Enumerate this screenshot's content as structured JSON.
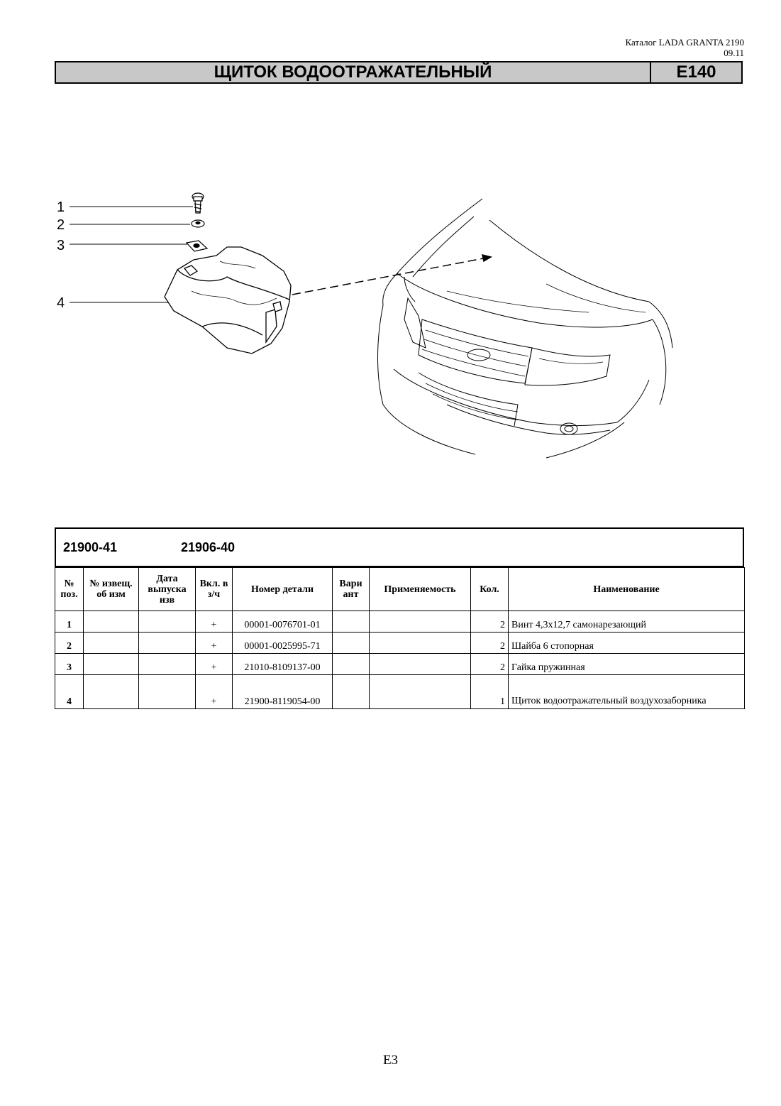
{
  "header": {
    "catalog_line": "Каталог LADA GRANTA 2190",
    "date": "09.11",
    "title": "ЩИТОК ВОДООТРАЖАТЕЛЬНЫЙ",
    "code": "E140"
  },
  "diagram": {
    "callouts": [
      "1",
      "2",
      "3",
      "4"
    ]
  },
  "models": [
    "21900-41",
    "21906-40"
  ],
  "table": {
    "columns": [
      "№ поз.",
      "№ извещ. об изм",
      "Дата выпуска изв",
      "Вкл. в з/ч",
      "Номер детали",
      "Вари ант",
      "Применяемость",
      "Кол.",
      "Наименование"
    ],
    "rows": [
      {
        "pos": "1",
        "notice": "",
        "date": "",
        "incl": "+",
        "part": "00001-0076701-01",
        "variant": "",
        "usage": "",
        "qty": "2",
        "name": "Винт 4,3х12,7 самонарезающий"
      },
      {
        "pos": "2",
        "notice": "",
        "date": "",
        "incl": "+",
        "part": "00001-0025995-71",
        "variant": "",
        "usage": "",
        "qty": "2",
        "name": "Шайба 6 стопорная"
      },
      {
        "pos": "3",
        "notice": "",
        "date": "",
        "incl": "+",
        "part": "21010-8109137-00",
        "variant": "",
        "usage": "",
        "qty": "2",
        "name": "Гайка пружинная"
      },
      {
        "pos": "4",
        "notice": "",
        "date": "",
        "incl": "+",
        "part": "21900-8119054-00",
        "variant": "",
        "usage": "",
        "qty": "1",
        "name": "Щиток водоотражательный воздухозаборника"
      }
    ]
  },
  "footer": {
    "page": "E3"
  }
}
